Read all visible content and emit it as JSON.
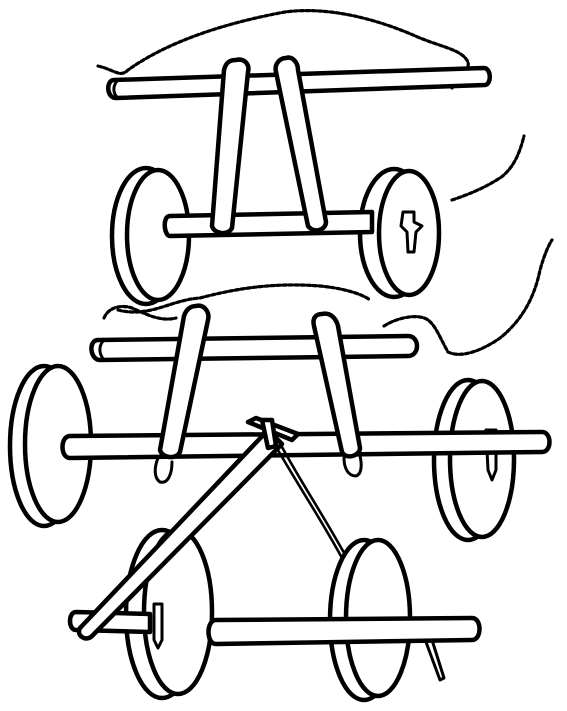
{
  "figure": {
    "background": "#ffffff",
    "ink_color": "#000000",
    "assemblies": [
      {
        "name": "upper-cart-assembly",
        "parts": [
          "upper-yoke-bar",
          "upper-a-frame-left-leg",
          "upper-a-frame-right-leg",
          "upper-axle",
          "upper-left-wheel",
          "upper-right-wheel",
          "upper-chain"
        ]
      },
      {
        "name": "middle-cart-assembly",
        "parts": [
          "middle-yoke-bar",
          "middle-a-frame-left-leg",
          "middle-a-frame-right-leg",
          "middle-axle",
          "middle-left-wheel",
          "middle-right-wheel",
          "middle-chain"
        ]
      },
      {
        "name": "lower-cart-assembly",
        "parts": [
          "lower-long-pole",
          "lower-crossed-stick",
          "lower-axle",
          "lower-left-wheel",
          "lower-right-wheel",
          "lower-cord"
        ]
      }
    ]
  }
}
